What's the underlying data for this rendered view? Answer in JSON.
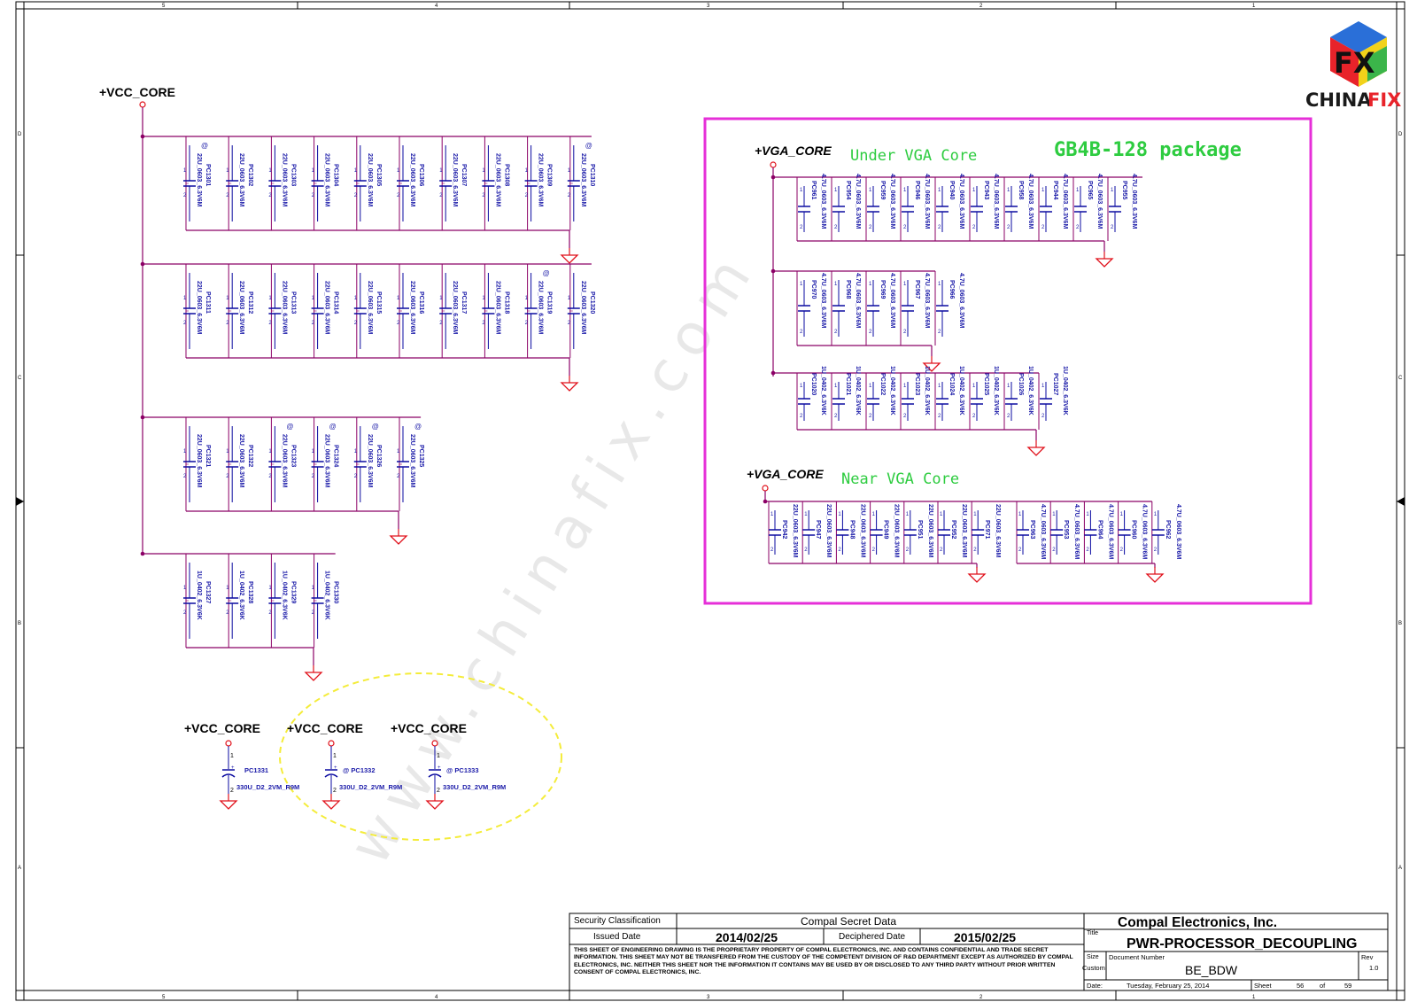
{
  "border": {
    "columns_top": [
      "5",
      "4",
      "3",
      "2",
      "1"
    ],
    "columns_bottom": [
      "5",
      "4",
      "3",
      "2",
      "1"
    ],
    "rows": [
      "D",
      "C",
      "B",
      "A"
    ]
  },
  "logo": {
    "text_china": "CHINA",
    "text_fix": "FIX",
    "cube_letters": "FX"
  },
  "watermark": "www.chinafix.com",
  "colors": {
    "wire": "#8b0066",
    "cap": "#0a0aa0",
    "ground": "#e0101a",
    "label": "#1a1aa8",
    "highlight_box": "#e62fd8",
    "annotation_green": "#2ecc40",
    "dashed_ellipse": "#f4ec3a"
  },
  "vcc_section": {
    "net_label": "+VCC_CORE",
    "rows": [
      {
        "caps": [
          {
            "ref": "PC1301",
            "value": "22U_0603_6.3V6M",
            "at": true
          },
          {
            "ref": "PC1302",
            "value": "22U_0603_6.3V6M",
            "at": false
          },
          {
            "ref": "PC1303",
            "value": "22U_0603_6.3V6M",
            "at": false
          },
          {
            "ref": "PC1304",
            "value": "22U_0603_6.3V6M",
            "at": false
          },
          {
            "ref": "PC1305",
            "value": "22U_0603_6.3V6M",
            "at": false
          },
          {
            "ref": "PC1306",
            "value": "22U_0603_6.3V6M",
            "at": false
          },
          {
            "ref": "PC1307",
            "value": "22U_0603_6.3V6M",
            "at": false
          },
          {
            "ref": "PC1308",
            "value": "22U_0603_6.3V6M",
            "at": false
          },
          {
            "ref": "PC1309",
            "value": "22U_0603_6.3V6M",
            "at": false
          },
          {
            "ref": "PC1310",
            "value": "22U_0603_6.3V6M",
            "at": true
          }
        ]
      },
      {
        "caps": [
          {
            "ref": "PC1311",
            "value": "22U_0603_6.3V6M",
            "at": false
          },
          {
            "ref": "PC1312",
            "value": "22U_0603_6.3V6M",
            "at": false
          },
          {
            "ref": "PC1313",
            "value": "22U_0603_6.3V6M",
            "at": false
          },
          {
            "ref": "PC1314",
            "value": "22U_0603_6.3V6M",
            "at": false
          },
          {
            "ref": "PC1315",
            "value": "22U_0603_6.3V6M",
            "at": false
          },
          {
            "ref": "PC1316",
            "value": "22U_0603_6.3V6M",
            "at": false
          },
          {
            "ref": "PC1317",
            "value": "22U_0603_6.3V6M",
            "at": false
          },
          {
            "ref": "PC1318",
            "value": "22U_0603_6.3V6M",
            "at": false
          },
          {
            "ref": "PC1319",
            "value": "22U_0603_6.3V6M",
            "at": true
          },
          {
            "ref": "PC1320",
            "value": "22U_0603_6.3V6M",
            "at": false
          }
        ]
      },
      {
        "caps": [
          {
            "ref": "PC1321",
            "value": "22U_0603_6.3V6M",
            "at": false
          },
          {
            "ref": "PC1322",
            "value": "22U_0603_6.3V6M",
            "at": false
          },
          {
            "ref": "PC1323",
            "value": "22U_0603_6.3V6M",
            "at": true
          },
          {
            "ref": "PC1324",
            "value": "22U_0603_6.3V6M",
            "at": true
          },
          {
            "ref": "PC1326",
            "value": "22U_0603_6.3V6M",
            "at": true
          },
          {
            "ref": "PC1325",
            "value": "22U_0603_6.3V6M",
            "at": true
          }
        ]
      },
      {
        "caps": [
          {
            "ref": "PC1327",
            "value": "1U_0402_6.3V6K",
            "at": false
          },
          {
            "ref": "PC1328",
            "value": "1U_0402_6.3V6K",
            "at": false
          },
          {
            "ref": "PC1329",
            "value": "1U_0402_6.3V6K",
            "at": false
          },
          {
            "ref": "PC1330",
            "value": "1U_0402_6.3V6K",
            "at": false
          }
        ]
      }
    ],
    "bulk": [
      {
        "net": "+VCC_CORE",
        "ref": "PC1331",
        "value": "330U_D2_2VM_R9M",
        "at": false
      },
      {
        "net": "+VCC_CORE",
        "ref": "PC1332",
        "value": "330U_D2_2VM_R9M",
        "at": true
      },
      {
        "net": "+VCC_CORE",
        "ref": "PC1333",
        "value": "330U_D2_2VM_R9M",
        "at": true
      }
    ]
  },
  "vga_section": {
    "package_note": "GB4B-128 package",
    "under": {
      "net_label": "+VGA_CORE",
      "title": "Under VGA Core",
      "row1": [
        {
          "ref": "PC961",
          "value": "4.7U_0603_6.3V6M"
        },
        {
          "ref": "PC954",
          "value": "4.7U_0603_6.3V6M"
        },
        {
          "ref": "PC959",
          "value": "4.7U_0603_6.3V6M"
        },
        {
          "ref": "PC946",
          "value": "4.7U_0603_6.3V6M"
        },
        {
          "ref": "PC940",
          "value": "4.7U_0603_6.3V6M"
        },
        {
          "ref": "PC943",
          "value": "4.7U_0603_6.3V6M"
        },
        {
          "ref": "PC958",
          "value": "4.7U_0603_6.3V6M"
        },
        {
          "ref": "PC944",
          "value": "4.7U_0603_6.3V6M"
        },
        {
          "ref": "PC965",
          "value": "4.7U_0603_6.3V6M"
        },
        {
          "ref": "PC955",
          "value": "4.7U_0603_6.3V6M"
        }
      ],
      "row2": [
        {
          "ref": "PC970",
          "value": "4.7U_0603_6.3V6M"
        },
        {
          "ref": "PC968",
          "value": "4.7U_0603_6.3V6M"
        },
        {
          "ref": "PC969",
          "value": "4.7U_0603_6.3V6M"
        },
        {
          "ref": "PC967",
          "value": "4.7U_0603_6.3V6M"
        },
        {
          "ref": "PC966",
          "value": "4.7U_0603_6.3V6M"
        }
      ],
      "row3": [
        {
          "ref": "PC1020",
          "value": "1U_0402_6.3V6K"
        },
        {
          "ref": "PC1021",
          "value": "1U_0402_6.3V6K"
        },
        {
          "ref": "PC1022",
          "value": "1U_0402_6.3V6K"
        },
        {
          "ref": "PC1023",
          "value": "1U_0402_6.3V6K"
        },
        {
          "ref": "PC1024",
          "value": "1U_0402_6.3V6K"
        },
        {
          "ref": "PC1025",
          "value": "1U_0402_6.3V6K"
        },
        {
          "ref": "PC1026",
          "value": "1U_0402_6.3V6K"
        },
        {
          "ref": "PC1027",
          "value": "1U_0402_6.3V6K"
        }
      ]
    },
    "near": {
      "net_label": "+VGA_CORE",
      "title": "Near VGA Core",
      "group1": [
        {
          "ref": "PC942",
          "value": "22U_0603_6.3V6M"
        },
        {
          "ref": "PC947",
          "value": "22U_0603_6.3V6M"
        },
        {
          "ref": "PC948",
          "value": "22U_0603_6.3V6M"
        },
        {
          "ref": "PC949",
          "value": "22U_0603_6.3V6M"
        },
        {
          "ref": "PC951",
          "value": "22U_0603_6.3V6M"
        },
        {
          "ref": "PC952",
          "value": "22U_0603_6.3V6M"
        },
        {
          "ref": "PC971",
          "value": "22U_0603_6.3V6M"
        }
      ],
      "group2": [
        {
          "ref": "PC963",
          "value": "4.7U_0603_6.3V6M"
        },
        {
          "ref": "PC953",
          "value": "4.7U_0603_6.3V6M"
        },
        {
          "ref": "PC964",
          "value": "4.7U_0603_6.3V6M"
        },
        {
          "ref": "PC960",
          "value": "4.7U_0603_6.3V6M"
        },
        {
          "ref": "PC962",
          "value": "4.7U_0603_6.3V6M"
        }
      ]
    }
  },
  "title_block": {
    "security_label": "Security Classification",
    "security_value": "Compal Secret Data",
    "issued_label": "Issued Date",
    "issued_value": "2014/02/25",
    "deciphered_label": "Deciphered Date",
    "deciphered_value": "2015/02/25",
    "notice": "THIS SHEET OF ENGINEERING DRAWING IS THE PROPRIETARY PROPERTY OF COMPAL ELECTRONICS, INC. AND CONTAINS CONFIDENTIAL AND TRADE SECRET INFORMATION. THIS SHEET MAY NOT BE TRANSFERED FROM THE CUSTODY OF THE COMPETENT DIVISION OF R&D DEPARTMENT EXCEPT AS AUTHORIZED BY COMPAL ELECTRONICS, INC. NEITHER THIS SHEET NOR THE INFORMATION IT CONTAINS MAY BE USED BY OR DISCLOSED TO ANY THIRD PARTY WITHOUT PRIOR WRITTEN CONSENT OF COMPAL ELECTRONICS, INC.",
    "company": "Compal Electronics, Inc.",
    "title_label": "Title",
    "title": "PWR-PROCESSOR_DECOUPLING",
    "size_label": "Size",
    "size_value": "Custom",
    "docnum_label": "Document Number",
    "docnum": "BE_BDW",
    "rev_label": "Rev",
    "rev": "1.0",
    "date_label": "Date:",
    "date": "Tuesday, February 25, 2014",
    "sheet_label": "Sheet",
    "sheet": "56",
    "of_label": "of",
    "total": "59"
  }
}
